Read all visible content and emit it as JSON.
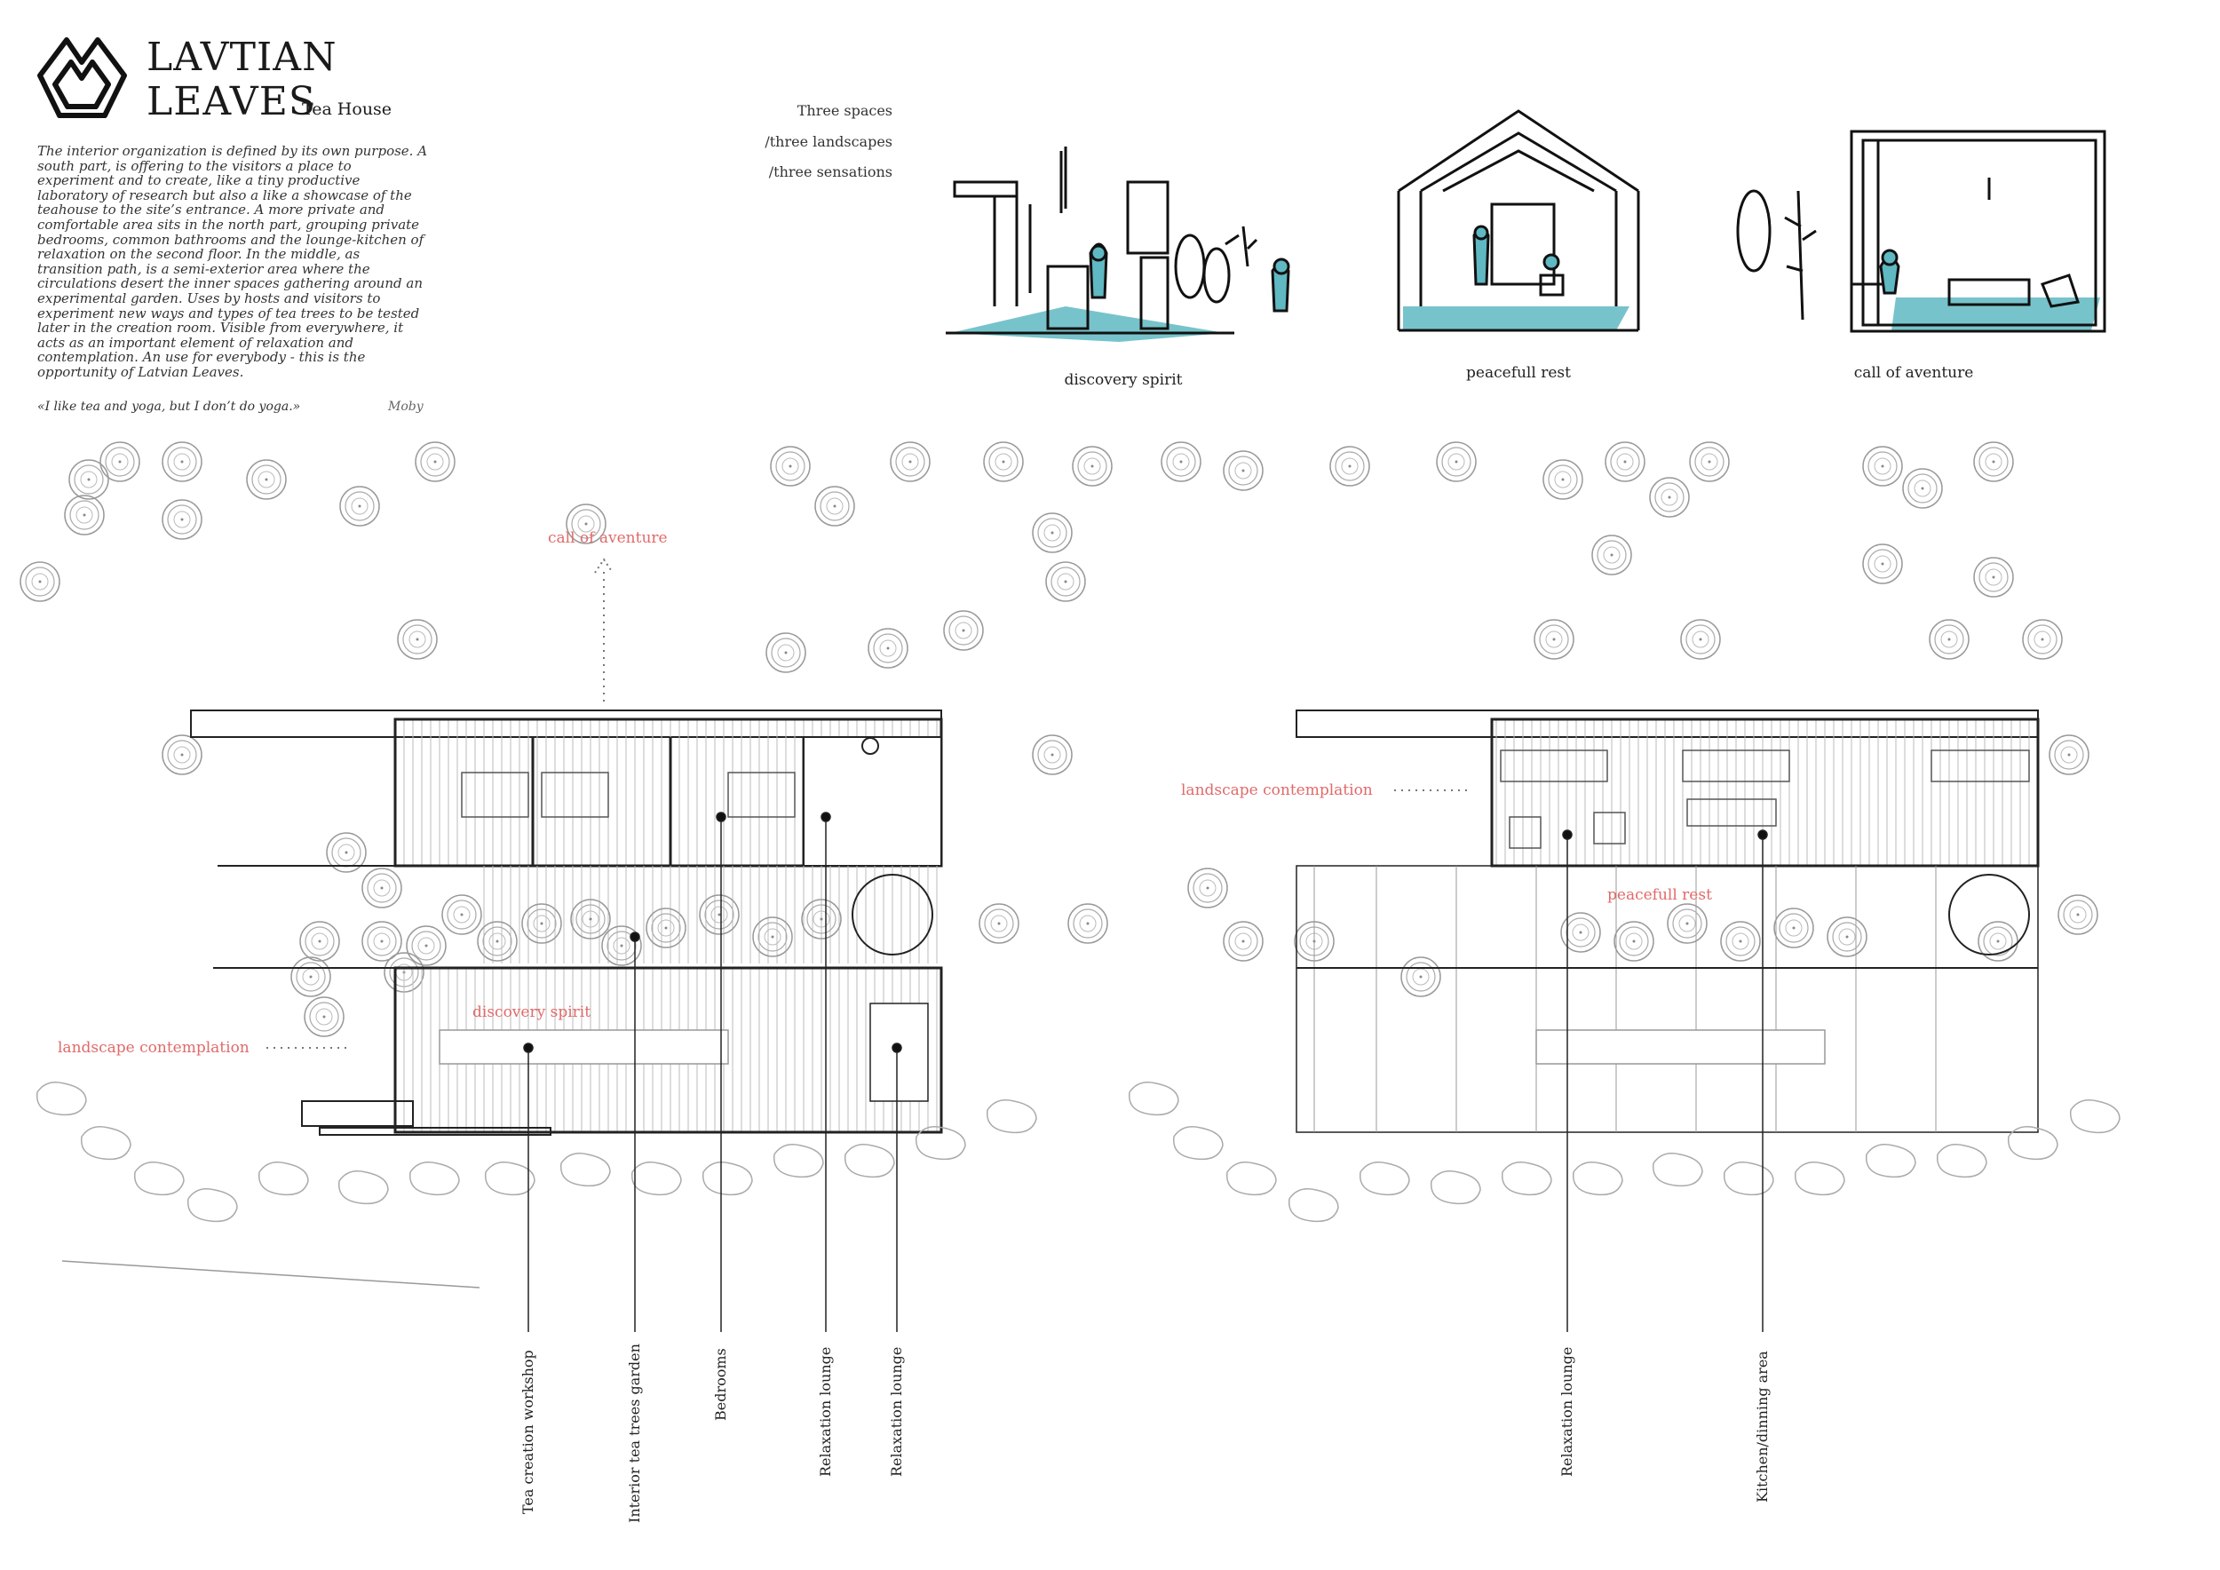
{
  "header": {
    "title_line1": "LAVTIAN",
    "title_line2": "LEAVES",
    "subtitle": "Tea House",
    "logo_icon": "leaf-logo-icon"
  },
  "intro_text": "The interior organization is defined by its own purpose. A south part, is offering to the visitors a place to experiment and to create, like a tiny productive laboratory of research but also a like a showcase of the teahouse to the site’s entrance. A more private and comfortable area sits in the north part, grouping private bedrooms, common bathrooms and the lounge-kitchen of relaxation on the second floor. In the middle, as transition path, is a semi-exterior area where the circulations desert the inner spaces gathering around an experimental garden. Uses by hosts and visitors to experiment new ways and types of tea trees to be tested later in the creation room. Visible from everywhere, it acts as an important element of relaxation and contemplation. An use for everybody - this is the opportunity of Latvian Leaves.",
  "quote": {
    "text": "«I like tea and yoga, but I don’t do yoga.»",
    "author": "Moby"
  },
  "spaces": {
    "line1": "Three spaces",
    "line2": "/three landscapes",
    "line3": "/three sensations"
  },
  "sketches": [
    {
      "caption": "discovery spirit"
    },
    {
      "caption": "peacefull rest"
    },
    {
      "caption": "call of aventure"
    }
  ],
  "plan_left": {
    "annot_top": "call of aventure",
    "annot_left": "landscape contemplation",
    "annot_center": "discovery spirit",
    "labels": [
      "Tea creation workshop",
      "Interior tea trees garden",
      "Bedrooms",
      "Relaxation lounge",
      "Relaxation lounge"
    ]
  },
  "plan_right": {
    "annot_left": "landscape contemplation",
    "annot_center": "peacefull rest",
    "labels": [
      "Relaxation lounge",
      "Kitchen/dinning area"
    ]
  },
  "colors": {
    "accent_teal": "#5fb8c2",
    "annotation_red": "#e06a6a",
    "line": "#222222"
  }
}
